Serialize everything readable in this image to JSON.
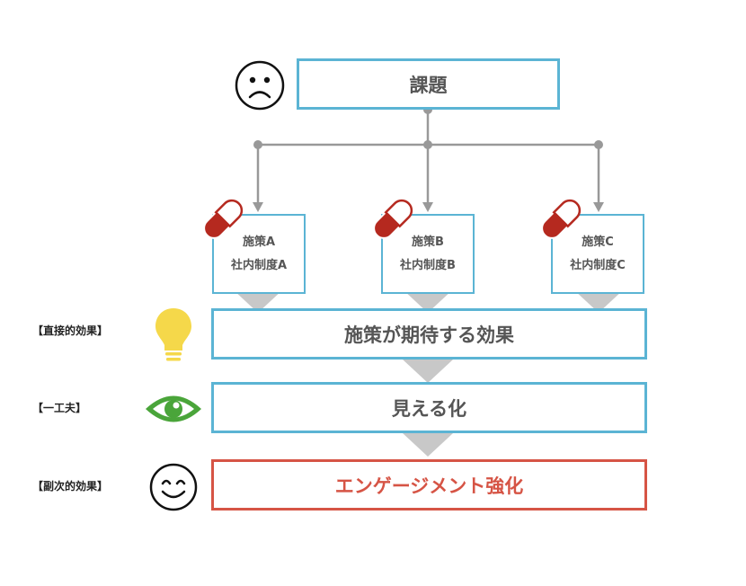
{
  "issue": {
    "label": "課題"
  },
  "measures": [
    {
      "name": "施策A",
      "detail": "社内制度A"
    },
    {
      "name": "施策B",
      "detail": "社内制度B"
    },
    {
      "name": "施策C",
      "detail": "社内制度C"
    }
  ],
  "effects": {
    "direct": {
      "tag": "【直接的効果】",
      "label": "施策が期待する効果"
    },
    "device": {
      "tag": "【一工夫】",
      "label": "見える化"
    },
    "secondary": {
      "tag": "【副次的効果】",
      "label": "エンゲージメント強化"
    }
  },
  "colors": {
    "box_border": "#5bb4d4",
    "accent_red": "#d65445",
    "connector": "#999999",
    "arrow_triangle": "#c8c8c8",
    "pill": "#b5291f",
    "bulb": "#f5d84a",
    "eye": "#4aa53a"
  },
  "icons": {
    "issue": "sad-face-icon",
    "measure": "pill-capsule-icon",
    "direct": "lightbulb-icon",
    "device": "eye-icon",
    "secondary": "smile-face-icon"
  }
}
